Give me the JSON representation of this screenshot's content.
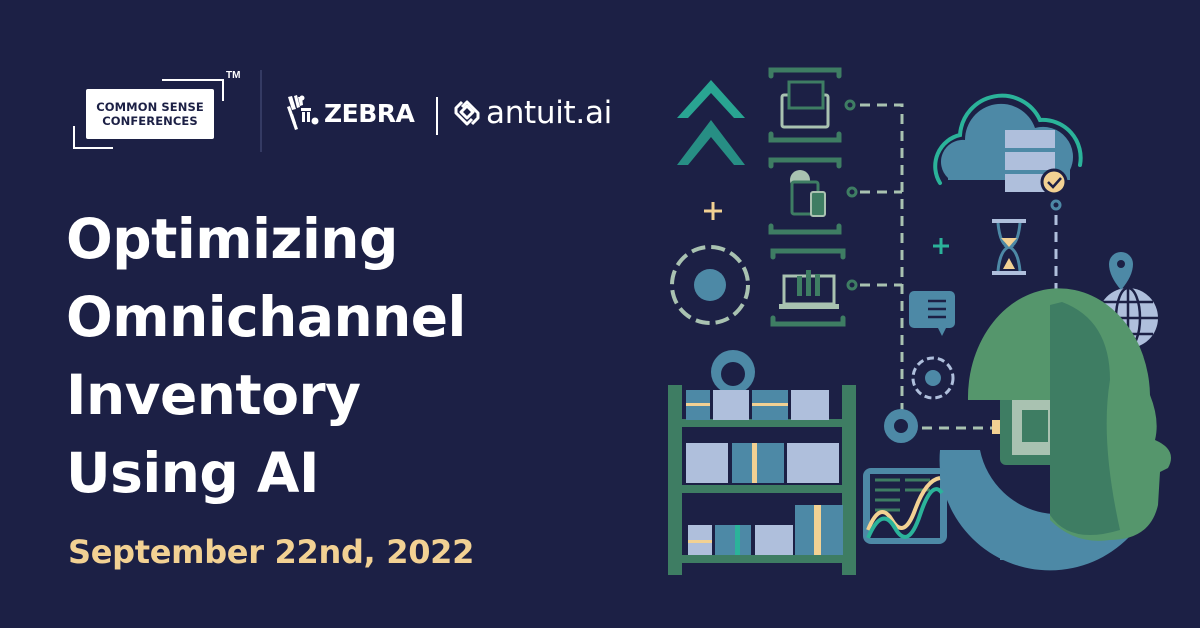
{
  "branding": {
    "csc_line1": "COMMON SENSE",
    "csc_line2": "CONFERENCES",
    "trademark": "TM",
    "zebra": "ZEBRA",
    "antuit": "antuit.ai"
  },
  "headline": {
    "lines": [
      "Optimizing",
      "Omnichannel",
      "Inventory",
      "Using AI"
    ]
  },
  "event_date": "September 22nd, 2022",
  "colors": {
    "background": "#1c2045",
    "title": "#ffffff",
    "date": "#f2d193",
    "accent_teal": "#2bb39a",
    "accent_green": "#3e7d63",
    "accent_blue": "#4d89a6",
    "light_blue": "#afbfdc",
    "sage": "#a9c2b1",
    "gold": "#f2d193"
  },
  "illustration": {
    "icons": [
      "chevron-up-dots-icon",
      "browser-windows-icon",
      "cloud-devices-icon",
      "laptop-chart-icon",
      "gear-icon",
      "plus-icon",
      "cloud-server-icon",
      "check-badge-icon",
      "hourglass-icon",
      "checklist-chat-icon",
      "location-globe-icon",
      "ai-head-icon",
      "inventory-shelf-icon",
      "trend-chart-icon"
    ]
  }
}
